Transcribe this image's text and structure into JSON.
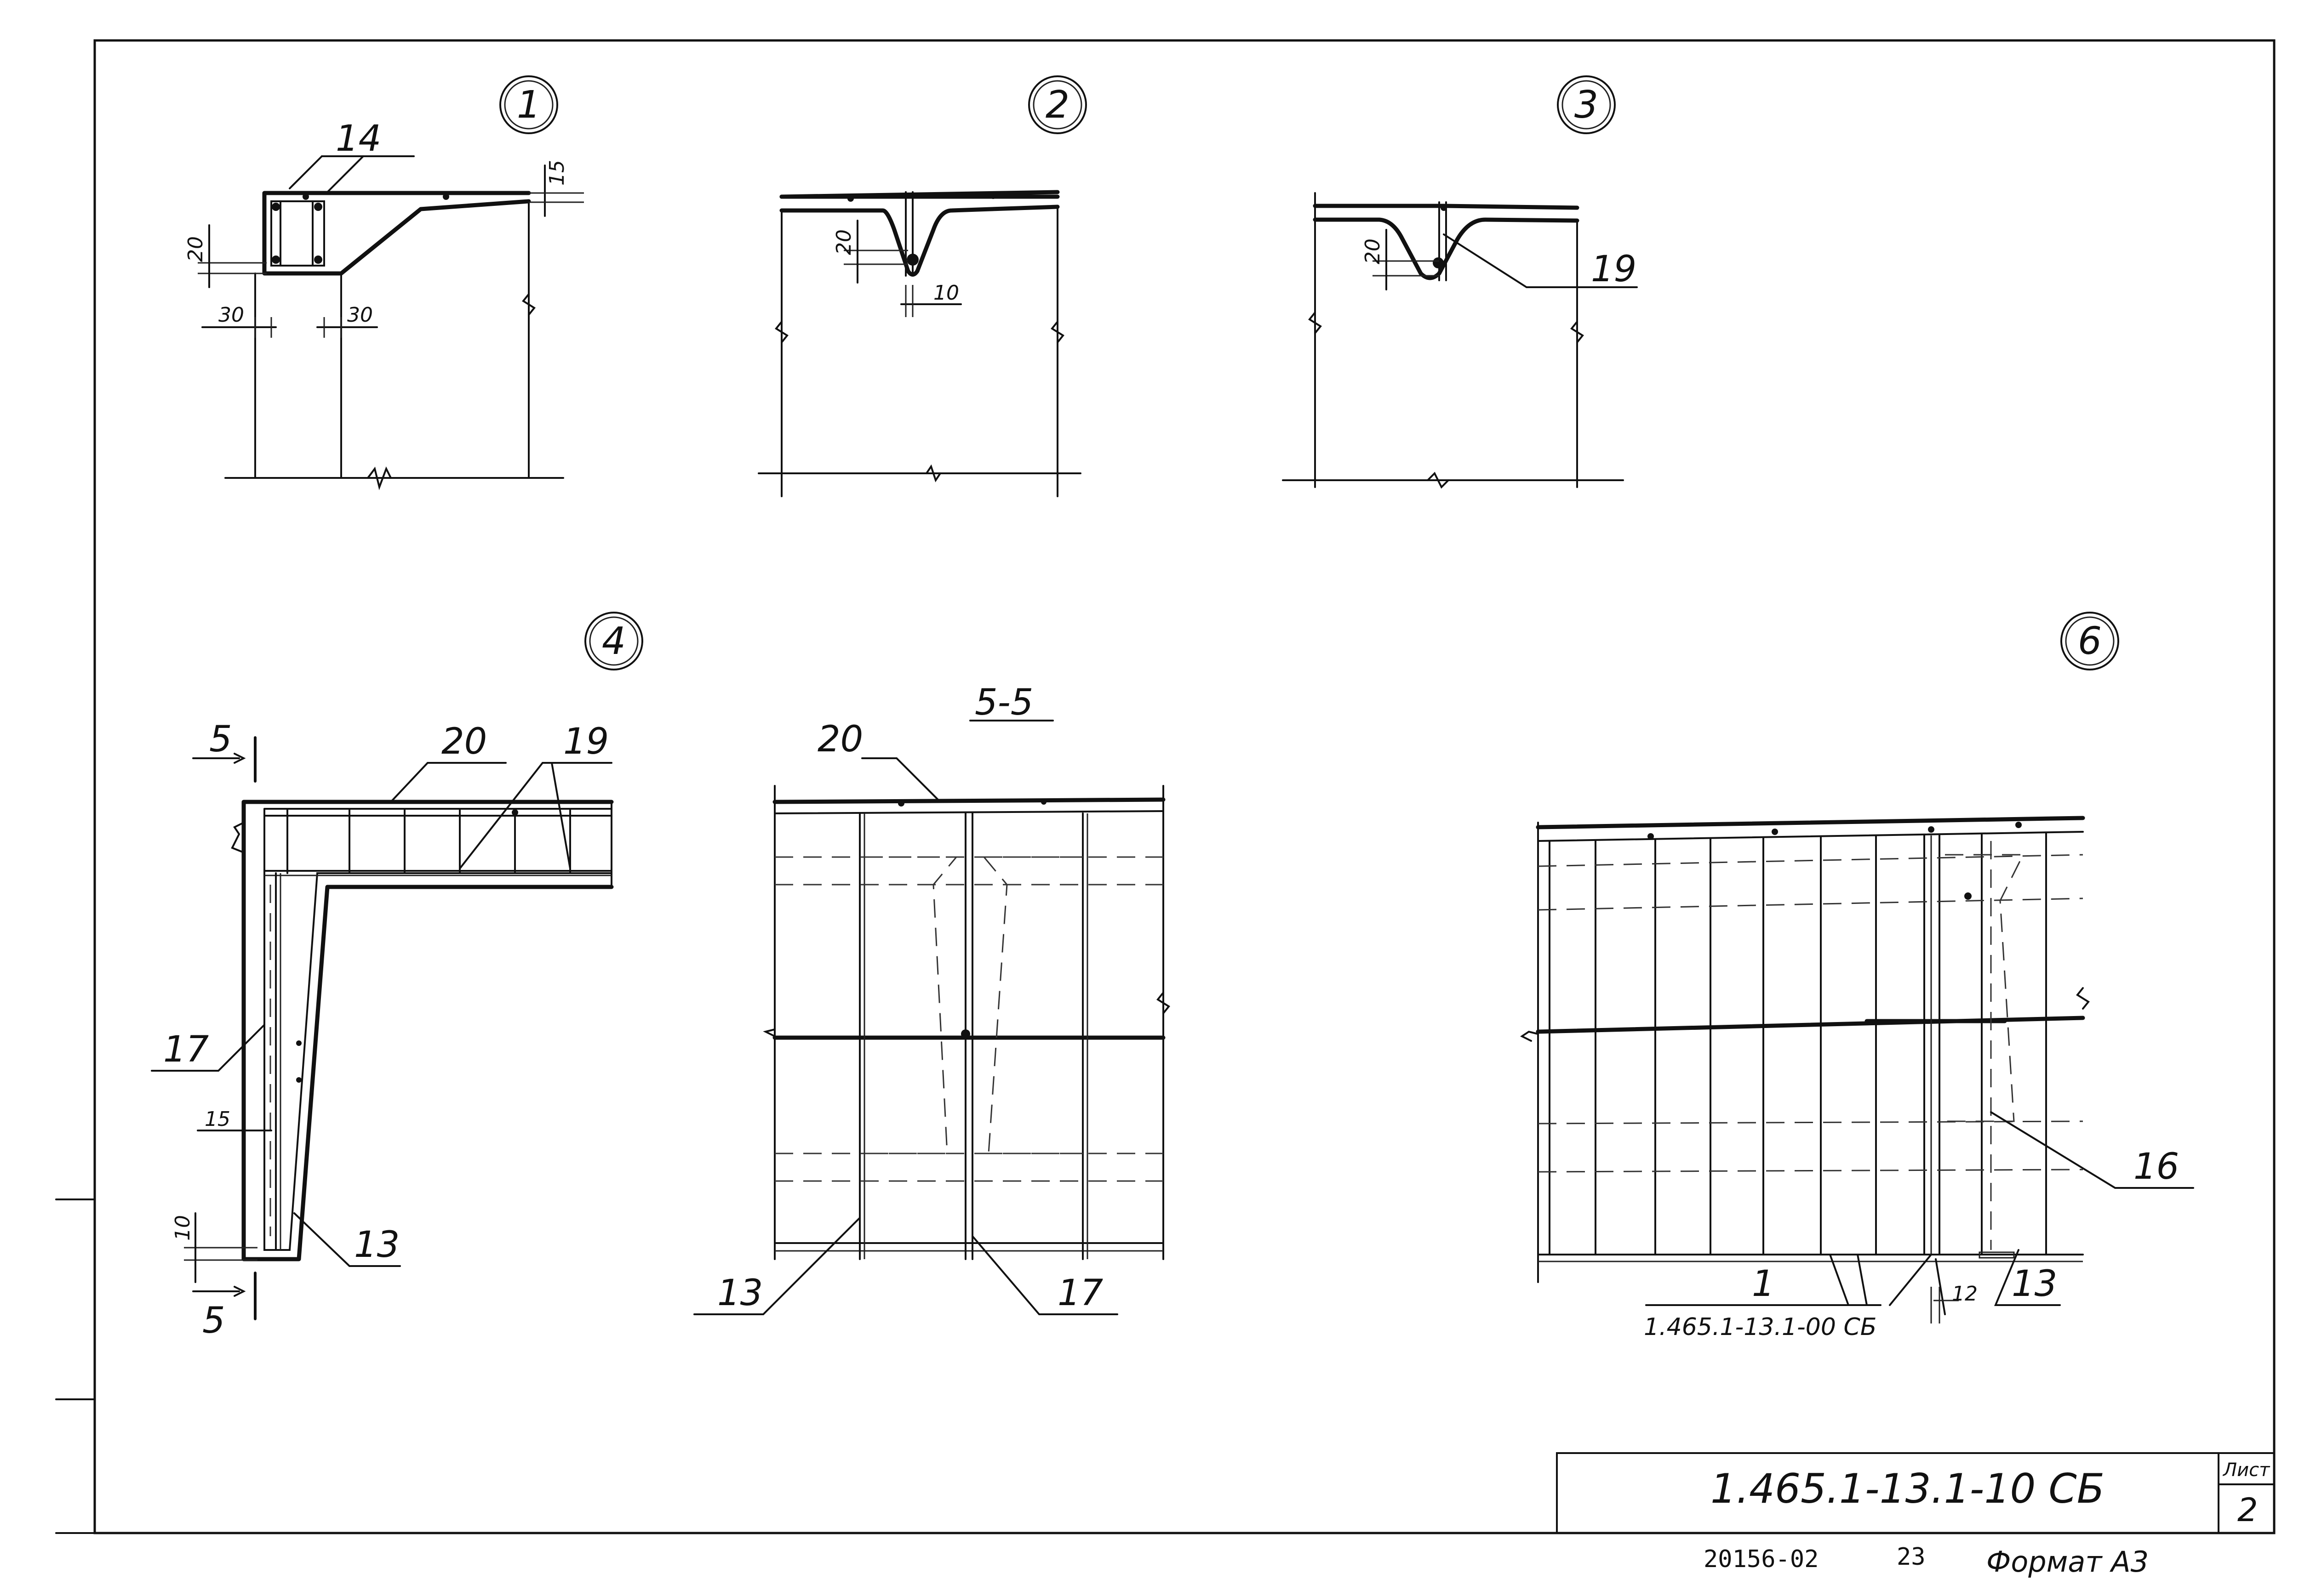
{
  "details": [
    {
      "id": "1",
      "callouts": {
        "bar": "14"
      },
      "dims": {
        "top": "15",
        "left": "20",
        "inner_left": "30",
        "inner_right": "30"
      }
    },
    {
      "id": "2",
      "dims": {
        "height": "20",
        "width": "10"
      }
    },
    {
      "id": "3",
      "callouts": {
        "bar": "19"
      },
      "dims": {
        "height": "20"
      }
    },
    {
      "id": "4",
      "callouts": {
        "top_bar": "20",
        "top_bar_2": "19",
        "side_bar": "17",
        "bottom_bar": "13"
      },
      "dims": {
        "offset": "15",
        "bottom": "10"
      },
      "section_marks": {
        "top": "5",
        "bottom": "5"
      }
    },
    {
      "id": "6",
      "callouts": {
        "bar_right": "16",
        "bar_bottom": "1",
        "bar_bottom_2": "13",
        "gap": "12"
      },
      "reference": "1.465.1-13.1-00 СБ"
    }
  ],
  "section_5_5": {
    "title": "5-5",
    "callouts": {
      "top": "20",
      "left_bottom": "13",
      "right_bottom": "17"
    }
  },
  "title_block": {
    "designation": "1.465.1-13.1-10 СБ",
    "sheet_label": "Лист",
    "sheet_number": "2"
  },
  "footer": {
    "inventory": "20156-02",
    "number": "23",
    "format": "Формат А3"
  }
}
